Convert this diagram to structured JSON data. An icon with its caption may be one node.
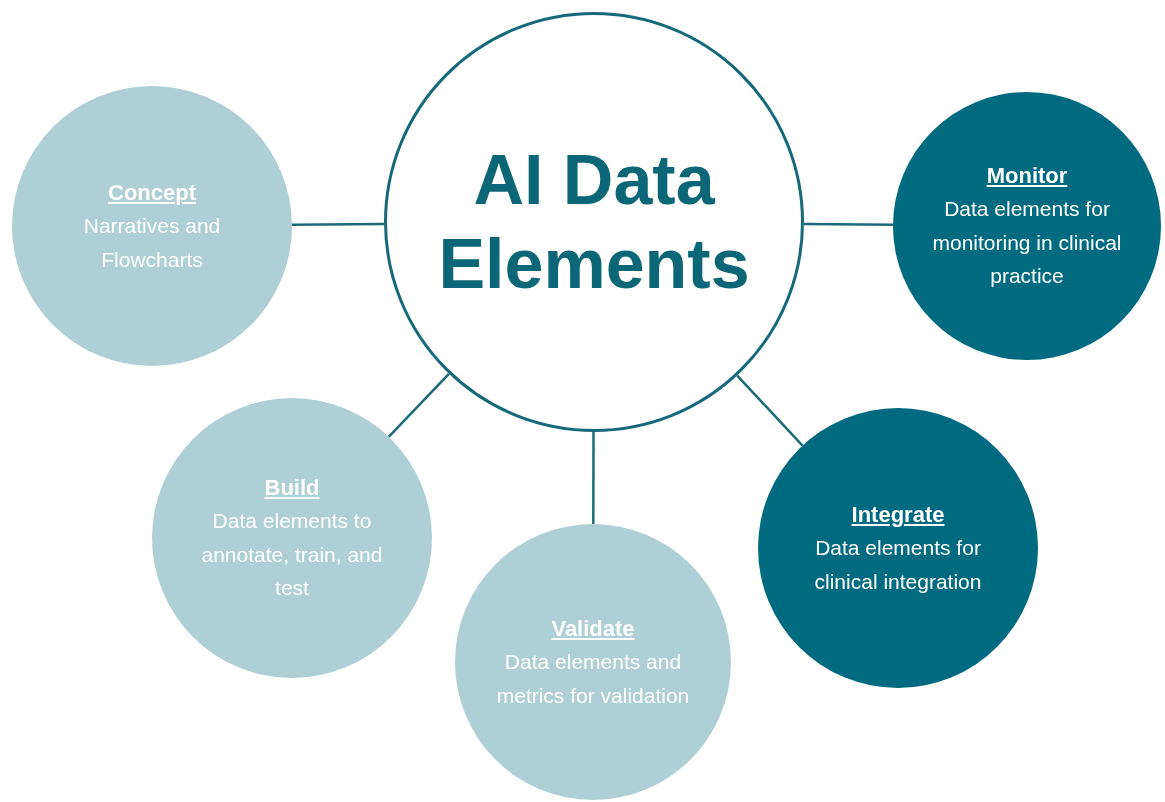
{
  "diagram": {
    "nodes": [
      {
        "text": [
          "AI Data Elements"
        ]
      },
      {
        "text": [
          "Concept",
          "Narratives and Flowcharts"
        ]
      },
      {
        "text": [
          "Monitor",
          "Data elements for monitoring in clinical practice"
        ]
      },
      {
        "text": [
          "Build",
          "Data elements to annotate, train, and test"
        ]
      },
      {
        "text": [
          "Validate",
          "Data elements and metrics for validation"
        ]
      },
      {
        "text": [
          "Integrate",
          "Data elements for clinical integration"
        ]
      }
    ],
    "edges": [
      {
        "from": 0,
        "to": 1,
        "arrow": "none"
      },
      {
        "from": 0,
        "to": 2,
        "arrow": "none"
      },
      {
        "from": 0,
        "to": 3,
        "arrow": "none"
      },
      {
        "from": 0,
        "to": 4,
        "arrow": "none"
      },
      {
        "from": 0,
        "to": 5,
        "arrow": "none"
      }
    ]
  }
}
